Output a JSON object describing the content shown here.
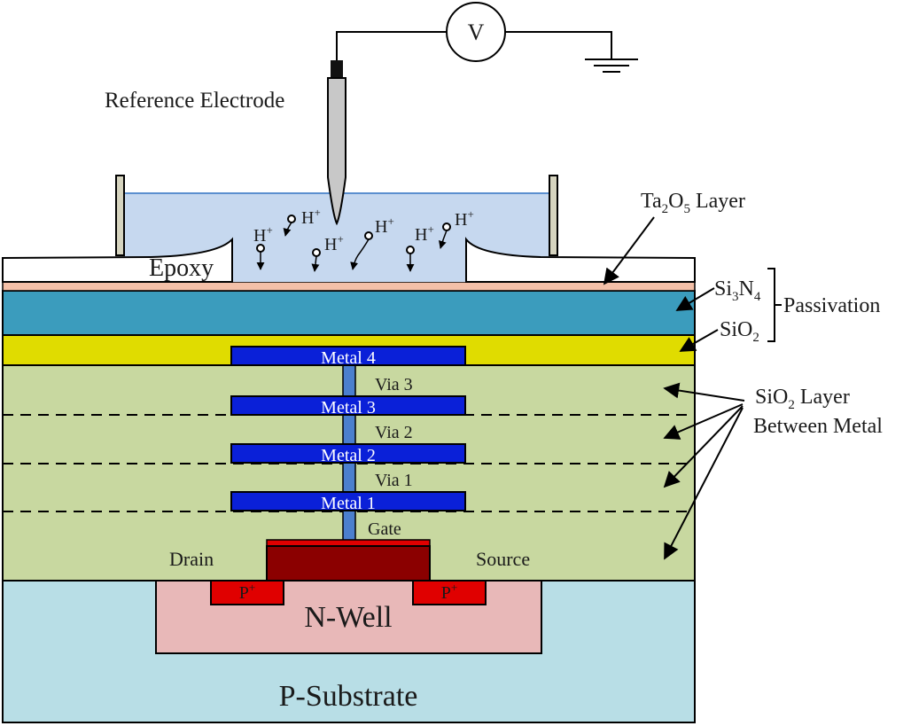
{
  "labels": {
    "voltmeter": "V",
    "reference_electrode": "Reference Electrode",
    "ion_main": "H",
    "ion_sup": "+",
    "epoxy": "Epoxy",
    "ta2o5": {
      "a": "Ta",
      "a_sub": "2",
      "b": "O",
      "b_sub": "5",
      "c": " Layer"
    },
    "si3n4": {
      "a": "Si",
      "a_sub": "3",
      "b": "N",
      "b_sub": "4"
    },
    "passivation": "Passivation",
    "sio2_passivation": {
      "a": "SiO",
      "a_sub": "2"
    },
    "sio2_layer": {
      "a": "SiO",
      "a_sub": "2",
      "b": " Layer",
      "line2": "Between Metal"
    },
    "metals": [
      "Metal 4",
      "Metal 3",
      "Metal 2",
      "Metal 1"
    ],
    "vias": [
      "Via 3",
      "Via 2",
      "Via 1"
    ],
    "gate": "Gate",
    "drain": "Drain",
    "source": "Source",
    "p_plus": {
      "a": "P",
      "sup": "+"
    },
    "n_well": "N-Well",
    "p_substrate": "P-Substrate"
  },
  "colors": {
    "solution": "#c6d8ef",
    "solution_line": "#5b8fcf",
    "ta2o5": "#f4c0a8",
    "si3n4": "#3b9cbd",
    "sio2_passivation": "#e0dc00",
    "sio2_layer": "#c8d8a0",
    "metal": "#0a20d8",
    "via": "#4b7fce",
    "gate_poly": "#8b0000",
    "gate_oxide": "#e00000",
    "p_plus": "#e00000",
    "n_well": "#e8b8b8",
    "p_substrate": "#b8dee6",
    "electrode": "#c8c8c8",
    "wall": "#d6d4bf"
  }
}
